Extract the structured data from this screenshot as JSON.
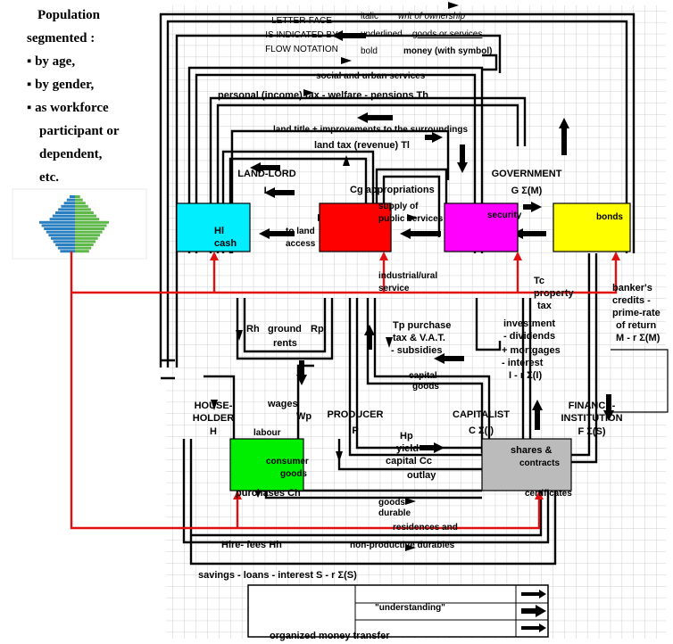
{
  "population_block": {
    "lines": [
      "Population",
      "segmented :",
      "▪ by age,",
      "▪ by gender,",
      "▪ as workforce",
      "participant or",
      "dependent,",
      "etc."
    ]
  },
  "nodes": {
    "household": {
      "line1": "HOUSE-",
      "line2": "HOLDER",
      "symbol": "H",
      "color": "#00eeff"
    },
    "producer": {
      "line1": "PRODUCER",
      "symbol": "P",
      "color": "#ff0000"
    },
    "capitalist": {
      "line1": "CAPITALIST",
      "symbol": "C  Σ(I)",
      "color": "#ff00ff"
    },
    "finance": {
      "line1": "FINANCE-",
      "line2": "INSTITUTION",
      "symbol": "F  Σ(S)",
      "color": "#ffff00"
    },
    "landlord": {
      "line1": "LAND-LORD",
      "symbol": "L",
      "color": "#00ee00"
    },
    "government": {
      "line1": "GOVERNMENT",
      "symbol": "G  Σ(M)",
      "color": "#bbbbbb"
    }
  },
  "flows": {
    "organized_money": "organized money transfer",
    "understanding": "\"understanding\"",
    "savings": "savings - loans - interest  S - r Σ(S)",
    "hire_fees": "Hire- fees  Hh",
    "nonproductive": "non-productive durables",
    "residences": "residences and",
    "durable": "durable",
    "goods1": "goods",
    "purchases": "purchases  Ch",
    "consumer_goods": "goods",
    "consumer": "consumer",
    "certificates": "certificates",
    "outlay": "outlay",
    "capital_cc": "capital  Cc",
    "yield": "yield",
    "hp": "Hp",
    "contracts": "contracts",
    "shares": "shares &",
    "labour": "labour",
    "wp": "Wp",
    "wages": "wages",
    "capital_goods1": "goods",
    "capital_goods2": "capital",
    "ir_interest": "I - r Σ(I)",
    "interest": "- interest",
    "mortgages": "+ mortgages",
    "subsidies": "- subsidies",
    "tax_vat": "tax & V.A.T.",
    "tp_purchase": "Tp purchase",
    "dividends": "- dividends",
    "investment": "investment",
    "rh": "Rh",
    "ground": "ground",
    "rents": "rents",
    "rp": "Rp",
    "tax": "tax",
    "property": "property",
    "tc": "Tc",
    "service": "service",
    "industrial": "industrial/ural",
    "m_r": "M - r Σ(M)",
    "of_return": "of return",
    "prime_rate": "prime-rate",
    "credits": "credits -",
    "bankers": "banker's",
    "hl": "Hl",
    "cash": "cash",
    "to_land": "to land",
    "access": "access",
    "public_services": "public services",
    "supply_of": "supply of",
    "security": "security",
    "bonds": "bonds",
    "appropriations": "Cg  appropriations",
    "land_tax": "land tax (revenue) Tl",
    "land_title": "land title + improvements to the surroundings",
    "personal_tax": "personal (income) tax - welfare - pensions  Th",
    "social": "social and urban services"
  },
  "legend": {
    "title1": "FLOW NOTATION",
    "title2": "IS INDICATED BY",
    "title3": "LETTER-FACE",
    "row1_style": "bold",
    "row1_desc": "money (with symbol)",
    "row2_style": "underlined",
    "row2_desc": "goods or services",
    "row3_style": "italic",
    "row3_desc": "writ of ownership"
  },
  "colors": {
    "flow_line": "#000000",
    "population_link": "#e01010",
    "grid": "#bdbdbd"
  }
}
